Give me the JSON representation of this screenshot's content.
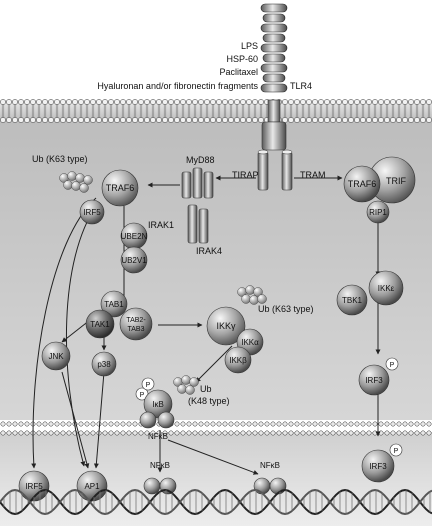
{
  "ligands": {
    "lps": "LPS",
    "hsp60": "HSP-60",
    "paclitaxel": "Paclitaxel",
    "hyaluronan": "Hyaluronan and/or fibronectin fragments"
  },
  "receptor": {
    "tlr4": "TLR4"
  },
  "adaptors": {
    "myd88": "MyD88",
    "tirap": "TIRAP",
    "tram": "TRAM",
    "trif": "TRIF",
    "irak1": "IRAK1",
    "irak4": "IRAK4"
  },
  "myd88_branch": {
    "ub_k63_1": "Ub (K63 type)",
    "traf6": "TRAF6",
    "irf5": "IRF5",
    "ube2n": "UBE2N",
    "ub2v1": "UB2V1",
    "tab1": "TAB1",
    "tak1": "TAK1",
    "tab2": "TAB2-",
    "tab3": "TAB3",
    "jnk": "JNK",
    "p38": "p38",
    "ikkg": "IKKγ",
    "ikka": "IKKα",
    "ikkb": "IKKβ",
    "ub_k63_2": "Ub (K63 type)",
    "ikb": "IκB",
    "p_ikb1": "P",
    "p_ikb2": "P",
    "ub_k48": "Ub",
    "ub_k48_type": "(K48 type)",
    "nfkb_cyto": "NFκB"
  },
  "trif_branch": {
    "traf6": "TRAF6",
    "rip1": "RIP1",
    "ikke": "IKKε",
    "tbk1": "TBK1",
    "irf3": "IRF3",
    "p_irf3": "P"
  },
  "nucleus": {
    "irf5": "IRF5",
    "ap1": "AP1",
    "nfkb1": "NFκB",
    "nfkb2": "NFκB",
    "irf3": "IRF3",
    "p_irf3": "P"
  }
}
